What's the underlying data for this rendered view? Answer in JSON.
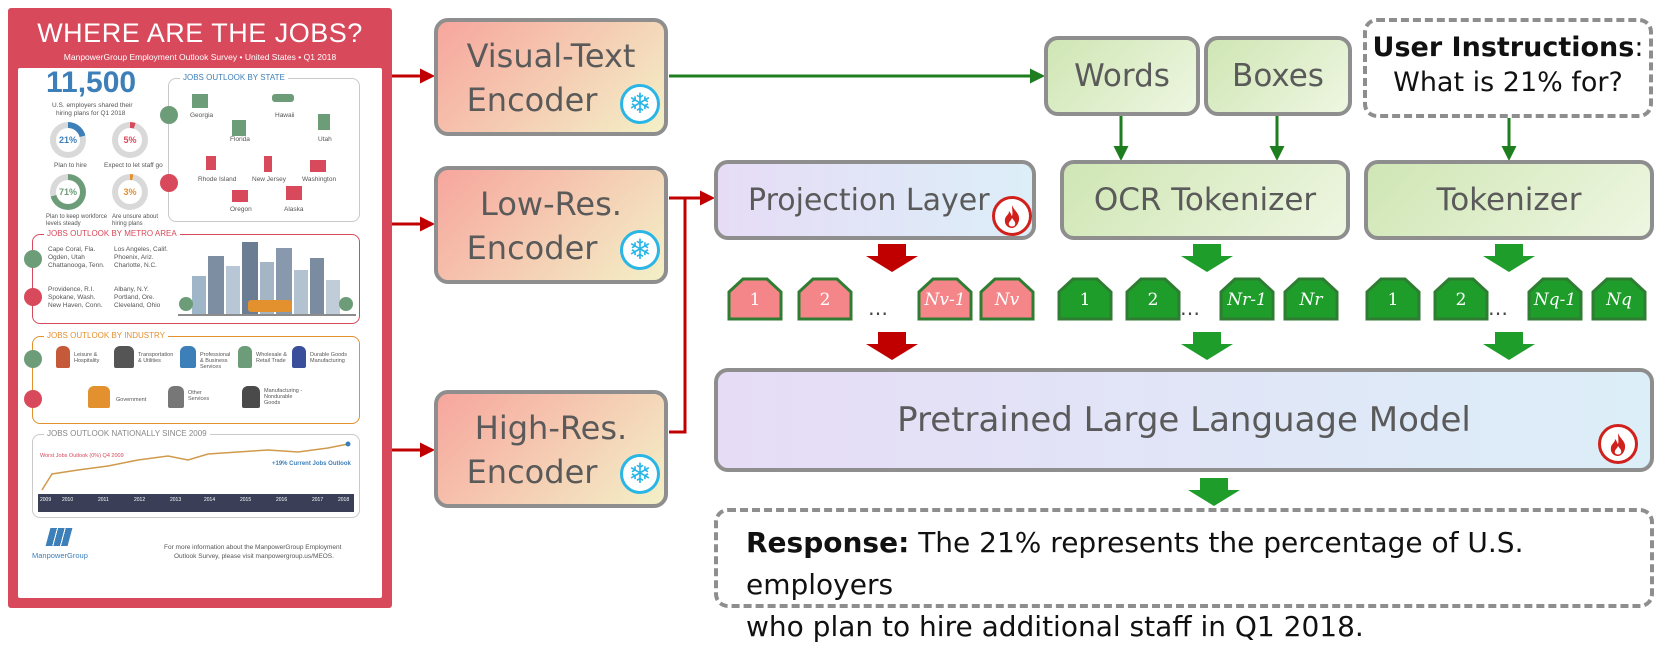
{
  "infographic": {
    "title": "WHERE ARE THE JOBS?",
    "subtitle": "ManpowerGroup Employment Outlook Survey • United States • Q1 2018",
    "big_number": "11,500",
    "big_number_caption_1": "U.S. employers shared their",
    "big_number_caption_2": "hiring plans for Q1 2018",
    "donuts": [
      {
        "value": "21%",
        "label": "Plan to hire",
        "color": "#3d7fb8"
      },
      {
        "value": "5%",
        "label": "Expect to let staff go",
        "color": "#d8495b"
      },
      {
        "value": "71%",
        "label": "Plan to keep workforce levels steady",
        "color": "#6d9c78"
      },
      {
        "value": "3%",
        "label": "Are unsure about hiring plans",
        "color": "#e3902f"
      }
    ],
    "state_heading": "JOBS OUTLOOK BY STATE",
    "states": [
      "Georgia",
      "Hawaii",
      "Florida",
      "Utah",
      "Rhode Island",
      "New Jersey",
      "Washington",
      "Oregon",
      "Alaska"
    ],
    "metro_heading": "JOBS OUTLOOK BY METRO AREA",
    "metro_up": [
      "Cape Coral, Fla.",
      "Los Angeles, Calif.",
      "Ogden, Utah",
      "Phoenix, Ariz.",
      "Chattanooga, Tenn.",
      "Charlotte, N.C."
    ],
    "metro_down": [
      "Providence, R.I.",
      "Albany, N.Y.",
      "Spokane, Wash.",
      "Portland, Ore.",
      "New Haven, Conn.",
      "Cleveland, Ohio"
    ],
    "industry_heading": "JOBS OUTLOOK BY INDUSTRY",
    "industry_up": [
      "Leisure & Hospitality",
      "Transportation & Utilities",
      "Professional & Business Services",
      "Wholesale & Retail Trade",
      "Durable Goods Manufacturing"
    ],
    "industry_down": [
      "Government",
      "Other Services",
      "Manufacturing - Nondurable Goods"
    ],
    "national_heading": "JOBS OUTLOOK NATIONALLY SINCE 2009",
    "worst_label": "Worst Jobs Outlook (0%) Q4 2009",
    "current_label": "+19% Current Jobs Outlook",
    "years": [
      "2009",
      "2010",
      "2011",
      "2012",
      "2013",
      "2014",
      "2015",
      "2016",
      "2017",
      "2018"
    ],
    "logo_text": "ManpowerGroup",
    "footer_1": "For more information about the ManpowerGroup Employment",
    "footer_2": "Outlook Survey, please visit manpowergroup.us/MEOS."
  },
  "diagram": {
    "visual_text_encoder": [
      "Visual-Text",
      "Encoder"
    ],
    "low_res_encoder": [
      "Low-Res.",
      "Encoder"
    ],
    "high_res_encoder": [
      "High-Res.",
      "Encoder"
    ],
    "words": "Words",
    "boxes": "Boxes",
    "user_instructions_bold": "User Instructions",
    "user_instructions_colon": ":",
    "user_instructions_question": "What is 21% for?",
    "projection_layer": "Projection Layer",
    "ocr_tokenizer": "OCR Tokenizer",
    "tokenizer": "Tokenizer",
    "llm": "Pretrained Large Language Model",
    "visual_tokens": [
      "1",
      "2",
      "Nv-1",
      "Nv"
    ],
    "ocr_tokens": [
      "1",
      "2",
      "Nr-1",
      "Nr"
    ],
    "text_tokens": [
      "1",
      "2",
      "Nq-1",
      "Nq"
    ],
    "ellipsis": "…",
    "response_bold": "Response:",
    "response_line_1": " The 21% represents the percentage of U.S. employers",
    "response_line_2": "who plan to hire additional staff in Q1 2018.",
    "colors": {
      "red_arrow": "#c00000",
      "green_arrow": "#1e7d1e",
      "red_token": "#f4868a",
      "green_token": "#1f9d2b",
      "frozen": "#29b6e6",
      "trainable": "#d0211c"
    }
  }
}
